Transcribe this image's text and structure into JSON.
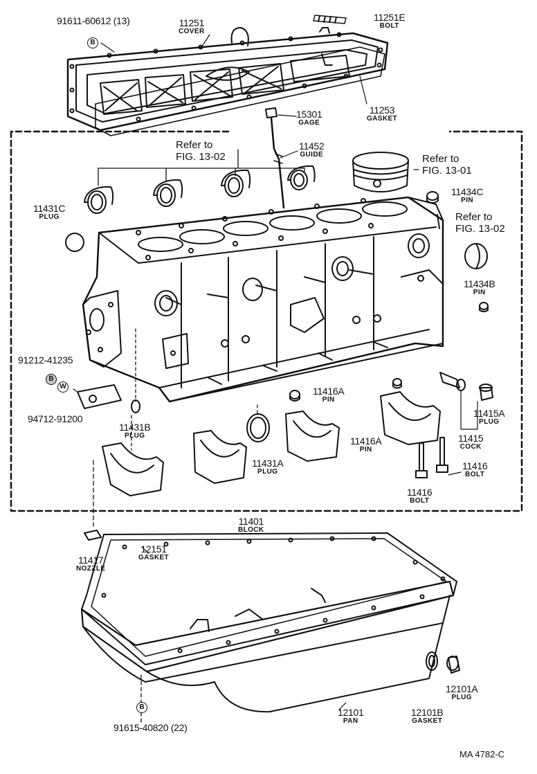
{
  "labels": [
    {
      "id": "91611-60612",
      "part": "91611-60612 (13)",
      "name": ""
    },
    {
      "id": "11251",
      "part": "11251",
      "name": "COVER"
    },
    {
      "id": "11251E",
      "part": "11251E",
      "name": "BOLT"
    },
    {
      "id": "15301",
      "part": "15301",
      "name": "GAGE"
    },
    {
      "id": "11253",
      "part": "11253",
      "name": "GASKET"
    },
    {
      "id": "11452",
      "part": "11452",
      "name": "GUIDE"
    },
    {
      "id": "11434C",
      "part": "11434C",
      "name": "PIN"
    },
    {
      "id": "11431C",
      "part": "11431C",
      "name": "PLUG"
    },
    {
      "id": "11434B",
      "part": "11434B",
      "name": "PIN"
    },
    {
      "id": "91212-41235",
      "part": "91212-41235",
      "name": ""
    },
    {
      "id": "94712-91200",
      "part": "94712-91200",
      "name": ""
    },
    {
      "id": "11431B",
      "part": "11431B",
      "name": "PLUG"
    },
    {
      "id": "11416A-top",
      "part": "11416A",
      "name": "PIN"
    },
    {
      "id": "11431A",
      "part": "11431A",
      "name": "PLUG"
    },
    {
      "id": "11416A-left",
      "part": "11416A",
      "name": "PIN"
    },
    {
      "id": "11415A",
      "part": "11415A",
      "name": "PLUG"
    },
    {
      "id": "11415",
      "part": "11415",
      "name": "COCK"
    },
    {
      "id": "11416-right",
      "part": "11416",
      "name": "BOLT"
    },
    {
      "id": "11416-bottom",
      "part": "11416",
      "name": "BOLT"
    },
    {
      "id": "11401",
      "part": "11401",
      "name": "BLOCK"
    },
    {
      "id": "12151",
      "part": "12151",
      "name": "GASKET"
    },
    {
      "id": "11417",
      "part": "11417",
      "name": "NOZZLE"
    },
    {
      "id": "12101A",
      "part": "12101A",
      "name": "PLUG"
    },
    {
      "id": "12101",
      "part": "12101",
      "name": "PAN"
    },
    {
      "id": "12101B",
      "part": "12101B",
      "name": "GASKET"
    },
    {
      "id": "91615-40820",
      "part": "91615-40820 (22)",
      "name": ""
    }
  ],
  "refs": {
    "ref1": {
      "line1": "Refer to",
      "line2": "FIG. 13-02"
    },
    "ref2": {
      "line1": "Refer to",
      "line2": "FIG. 13-01"
    },
    "ref3": {
      "line1": "Refer to",
      "line2": "FIG. 13-02"
    }
  },
  "symbols": {
    "bolt_mark": "B",
    "washer_mark": "W"
  },
  "figure_code": "MA  4782-C"
}
